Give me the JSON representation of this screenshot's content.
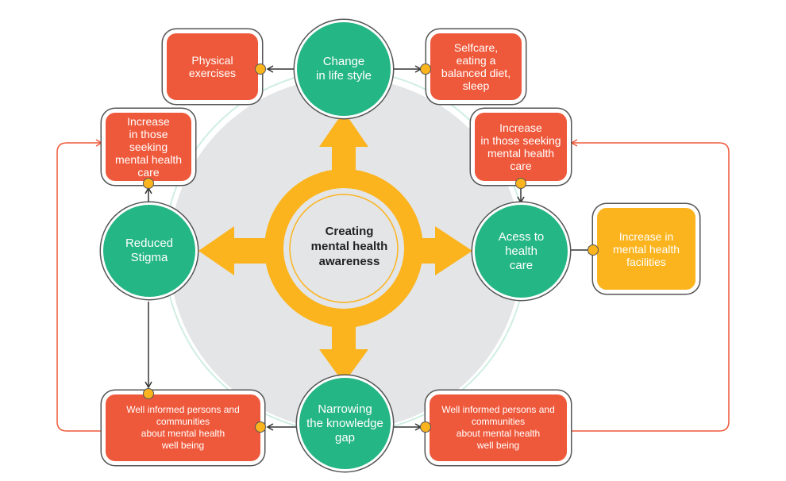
{
  "colors": {
    "green": "#25b685",
    "orange_red": "#ef593b",
    "yellow": "#fbb41e",
    "gray_backdrop": "#e4e5e7",
    "feedback_line": "#ef593b"
  },
  "center": {
    "label": "Creating\nmental health\nawareness"
  },
  "hubs": {
    "top": "Change\nin life style",
    "left": "Reduced\nStigma",
    "right": "Acess to\nhealth\ncare",
    "bottom": "Narrowing\nthe knowledge\ngap"
  },
  "boxes": {
    "physical_exercises": "Physical\nexercises",
    "selfcare": "Selfcare,\neating a\nbalanced diet,\nsleep",
    "left_seeking_care": "Increase\nin those seeking\nmental health\ncare",
    "right_seeking_care": "Increase\nin those seeking\nmental health\ncare",
    "mental_health_facilities": "Increase in\nmental health\nfacilities",
    "left_well_informed": "Well informed persons and\ncommunities\nabout mental health\nwell being",
    "right_well_informed": "Well informed persons and\ncommunities\nabout mental health\nwell being"
  }
}
